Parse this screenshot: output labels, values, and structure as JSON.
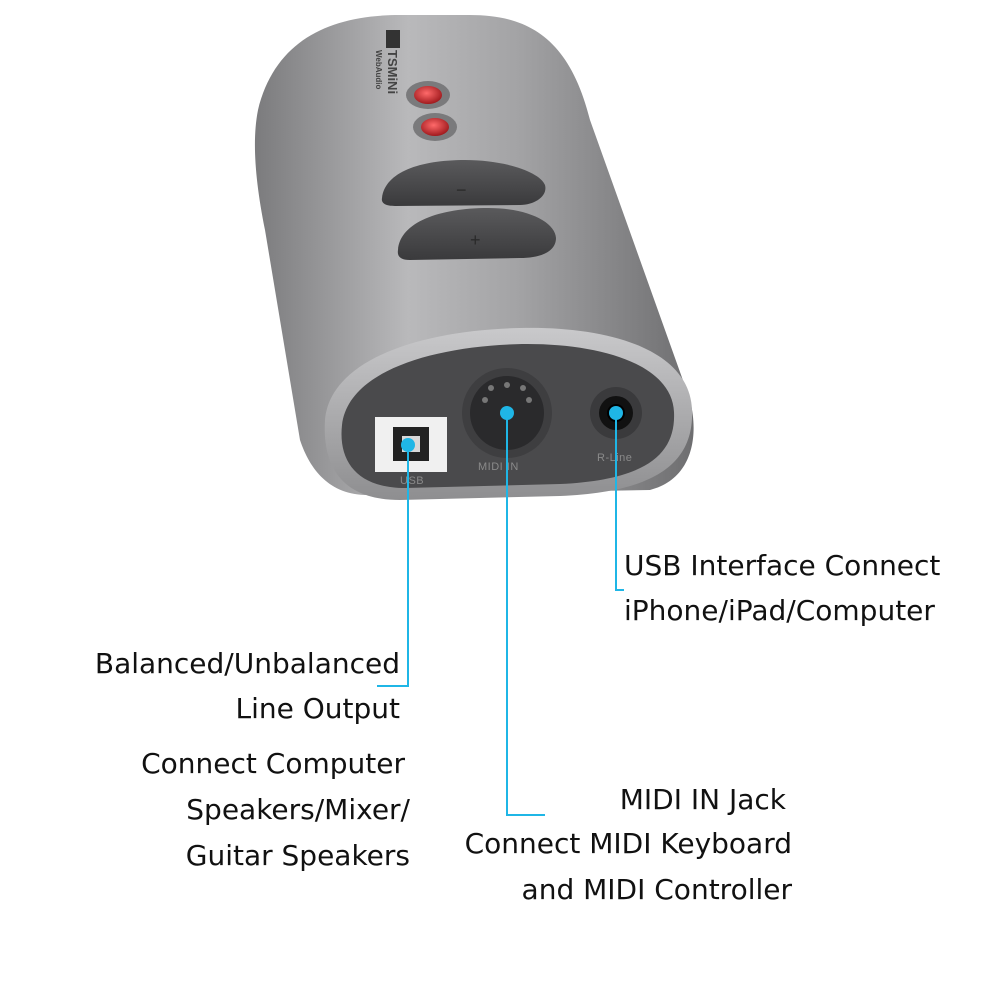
{
  "device": {
    "brand_logo": "TSMiNi",
    "brand_sub": "WebAudio",
    "buttons": {
      "minus": "−",
      "plus": "+"
    },
    "ports": {
      "usb": "USB",
      "midi": "MIDI IN",
      "rline": "R-Line"
    }
  },
  "callouts": {
    "usb_interface": {
      "line1": "USB Interface Connect",
      "line2": "iPhone/iPad/Computer"
    },
    "line_output": {
      "line1": "Balanced/Unbalanced",
      "line2": "Line Output",
      "line3": "Connect Computer",
      "line4": "Speakers/Mixer/",
      "line5": "Guitar Speakers"
    },
    "midi_in": {
      "line1": "MIDI IN Jack",
      "line2": "Connect MIDI Keyboard",
      "line3": "and MIDI Controller"
    }
  },
  "colors": {
    "leader": "#1fb6e6",
    "body": "#8c8c8c",
    "face": "#4a4a4c",
    "button_red": "#c0282d"
  }
}
